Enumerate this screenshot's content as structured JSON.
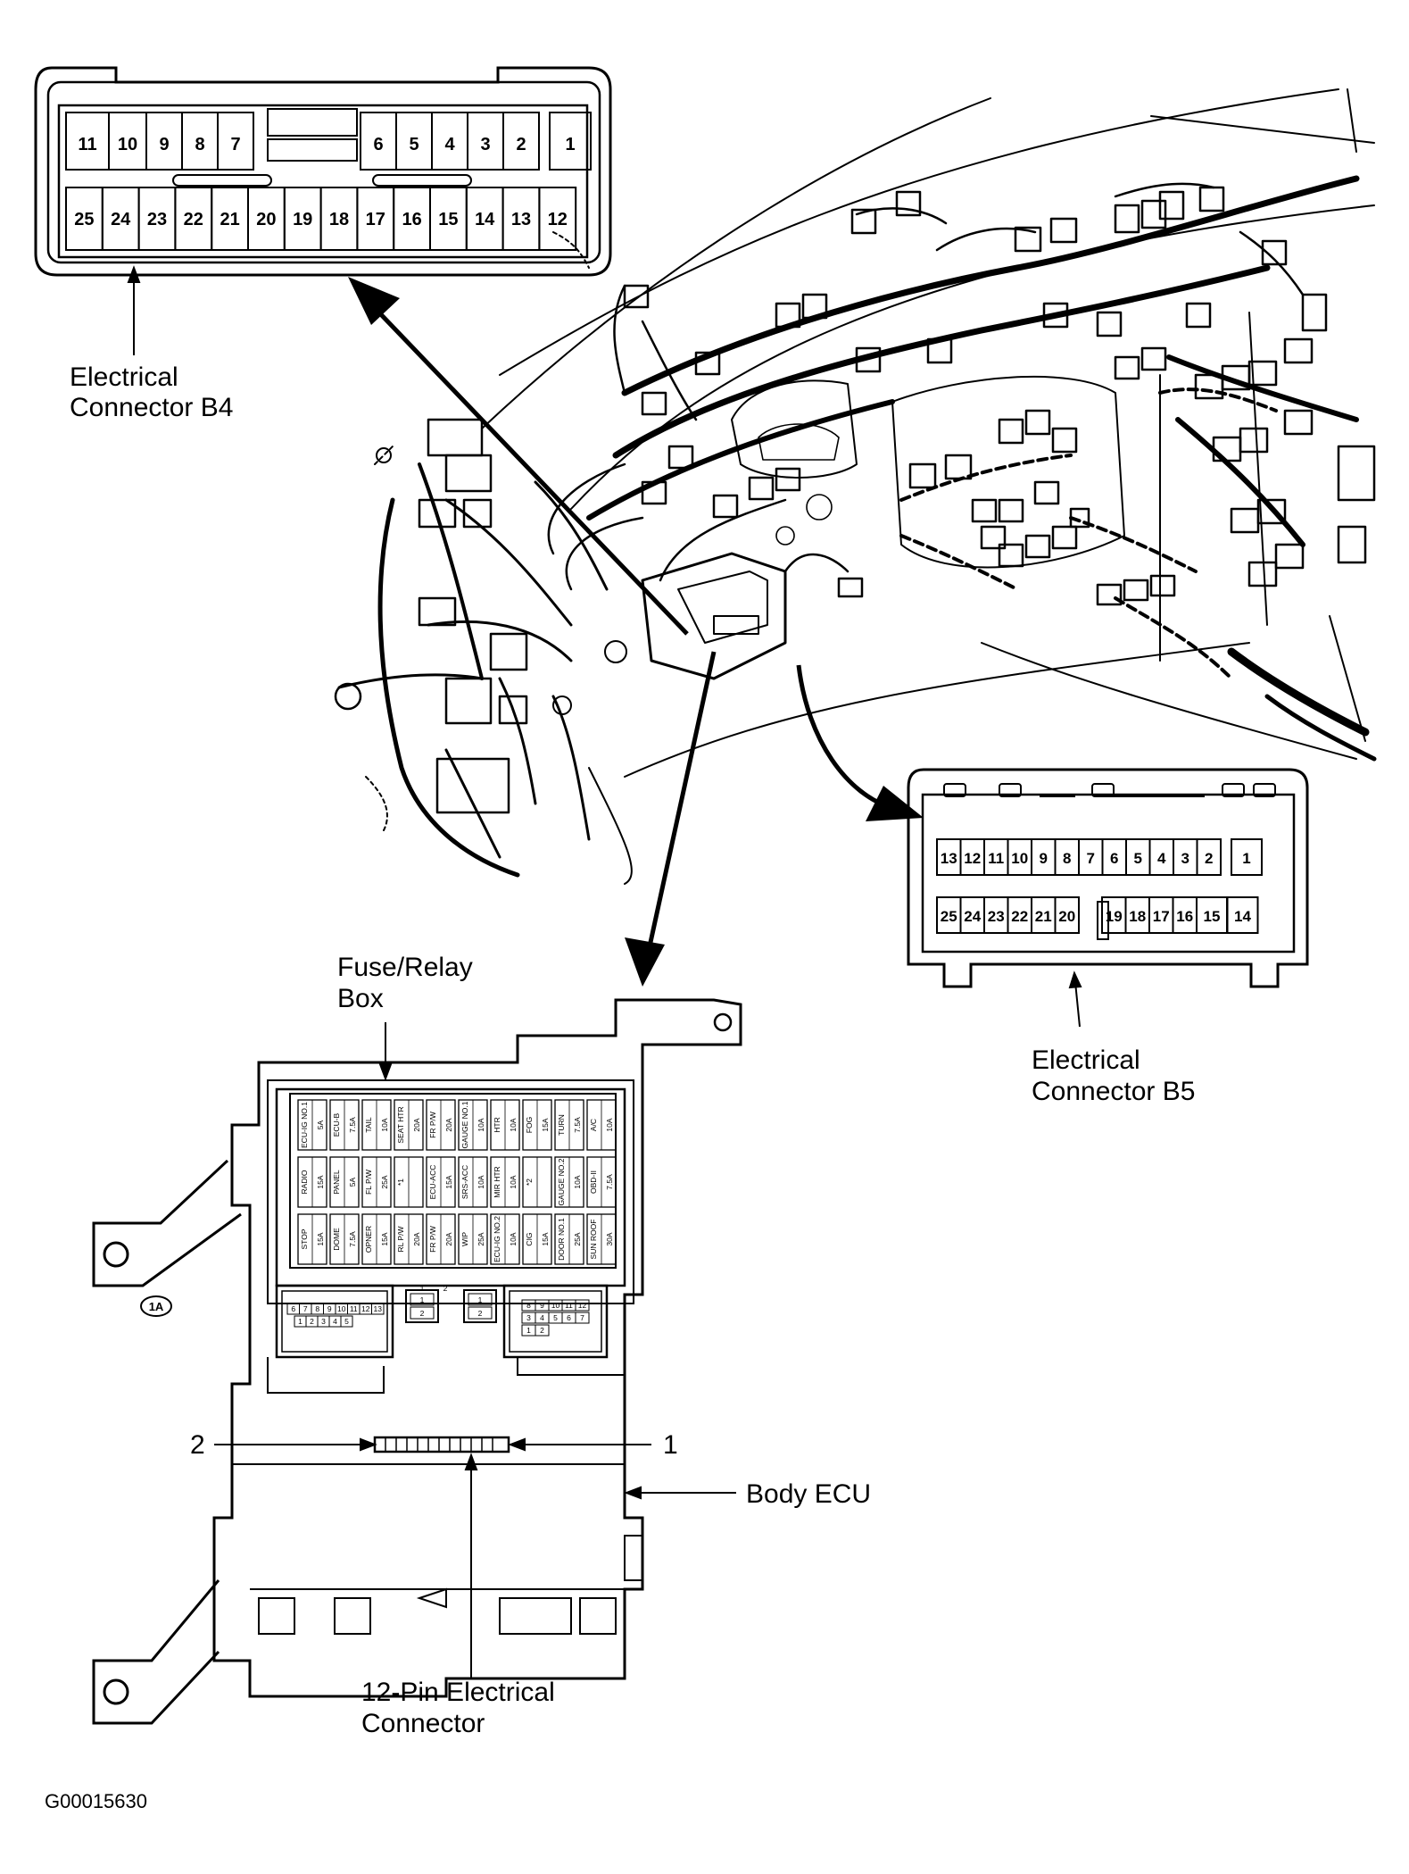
{
  "labels": {
    "connector_b4": [
      "Electrical",
      "Connector B4"
    ],
    "connector_b5": [
      "Electrical",
      "Connector B5"
    ],
    "fuse_relay_box": [
      "Fuse/Relay",
      "Box"
    ],
    "body_ecu": "Body ECU",
    "pin_connector": [
      "12-Pin Electrical",
      "Connector"
    ],
    "pin_1": "1",
    "pin_2": "2",
    "mount_tag": "1A",
    "figure_id": "G00015630"
  },
  "connector_b4": {
    "top_row": [
      "11",
      "10",
      "9",
      "8",
      "7",
      "6",
      "5",
      "4",
      "3",
      "2",
      "1"
    ],
    "bottom_row": [
      "25",
      "24",
      "23",
      "22",
      "21",
      "20",
      "19",
      "18",
      "17",
      "16",
      "15",
      "14",
      "13",
      "12"
    ]
  },
  "connector_b5": {
    "top_row": [
      "13",
      "12",
      "11",
      "10",
      "9",
      "8",
      "7",
      "6",
      "5",
      "4",
      "3",
      "2",
      "1"
    ],
    "bottom_row": [
      "25",
      "24",
      "23",
      "22",
      "21",
      "20",
      "19",
      "18",
      "17",
      "16",
      "15",
      "14"
    ]
  },
  "fuse_box": {
    "rows": [
      [
        {
          "name": "ECU-IG NO.1",
          "amp": "5A"
        },
        {
          "name": "ECU-B",
          "amp": "7.5A"
        },
        {
          "name": "TAIL",
          "amp": "10A"
        },
        {
          "name": "SEAT HTR",
          "amp": "20A"
        },
        {
          "name": "FR P/W",
          "amp": "20A"
        },
        {
          "name": "GAUGE NO.1",
          "amp": "10A"
        },
        {
          "name": "HTR",
          "amp": "10A"
        },
        {
          "name": "FOG",
          "amp": "15A"
        },
        {
          "name": "TURN",
          "amp": "7.5A"
        },
        {
          "name": "A/C",
          "amp": "10A"
        }
      ],
      [
        {
          "name": "RADIO",
          "amp": "15A"
        },
        {
          "name": "PANEL",
          "amp": "5A"
        },
        {
          "name": "FL P/W",
          "amp": "25A"
        },
        {
          "name": "*1",
          "amp": ""
        },
        {
          "name": "ECU-ACC",
          "amp": "15A"
        },
        {
          "name": "SRS-ACC",
          "amp": "10A"
        },
        {
          "name": "MIR HTR",
          "amp": "10A"
        },
        {
          "name": "*2",
          "amp": ""
        },
        {
          "name": "GAUGE NO.2",
          "amp": "10A"
        },
        {
          "name": "OBD-II",
          "amp": "7.5A"
        }
      ],
      [
        {
          "name": "STOP",
          "amp": "15A"
        },
        {
          "name": "DOME",
          "amp": "7.5A"
        },
        {
          "name": "OPNER",
          "amp": "15A"
        },
        {
          "name": "RL P/W",
          "amp": "20A"
        },
        {
          "name": "FR P/W",
          "amp": "20A"
        },
        {
          "name": "WIP",
          "amp": "25A"
        },
        {
          "name": "ECU-IG NO.2",
          "amp": "10A"
        },
        {
          "name": "CIG",
          "amp": "15A"
        },
        {
          "name": "DOOR NO.1",
          "amp": "25A"
        },
        {
          "name": "SUN ROOF",
          "amp": "30A"
        }
      ]
    ],
    "left_connector_top": [
      "6",
      "7",
      "8",
      "9",
      "10",
      "11",
      "12",
      "13"
    ],
    "left_connector_bottom": [
      "1",
      "2",
      "3",
      "4",
      "5"
    ],
    "right_connector_top": [
      "8",
      "9",
      "10",
      "11",
      "12"
    ],
    "right_connector_mid": [
      "3",
      "4",
      "5",
      "6",
      "7"
    ],
    "right_connector_bottom": [
      "1",
      "2"
    ],
    "relay_a": [
      "1",
      "2"
    ],
    "relay_b": [
      "1",
      "2"
    ]
  }
}
